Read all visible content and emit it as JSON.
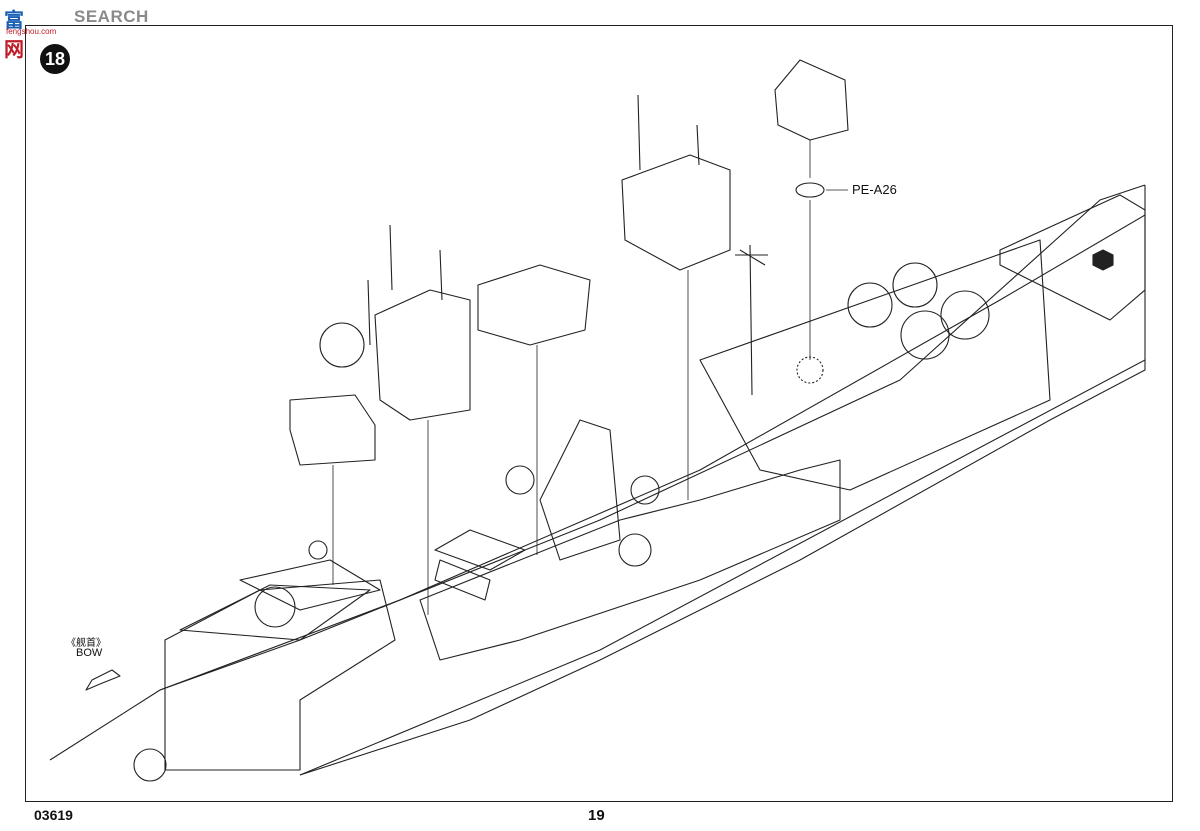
{
  "logo": {
    "cn_text_a": "富",
    "cn_text_b": "网",
    "url_text": "fengshou.com",
    "search_text": "SEARCH"
  },
  "step": {
    "number": "18"
  },
  "bow": {
    "cn_label": "《舰首》",
    "en_label": "BOW"
  },
  "parts": {
    "pe_label": "PE-A26"
  },
  "footer": {
    "model_code": "03619",
    "page_number": "19"
  },
  "colors": {
    "ink": "#222222",
    "background": "#ffffff",
    "logo_blue": "#1a5fb4",
    "logo_red": "#c01c28"
  }
}
